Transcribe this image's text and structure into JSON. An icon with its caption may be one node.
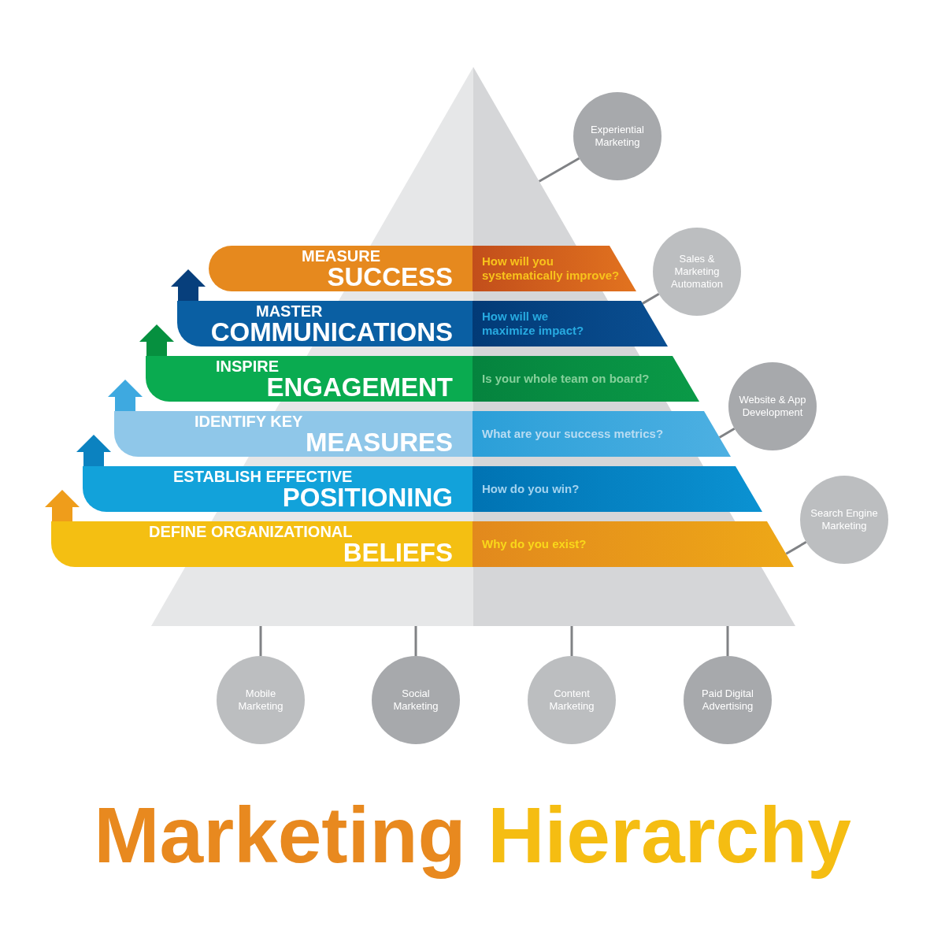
{
  "diagram": {
    "title": "Marketing Hierarchy",
    "nodes": [
      {
        "text": [],
        "shape": "triangle"
      },
      {
        "text": [
          "MEASURE",
          "SUCCESS",
          "How will you systematically improve?"
        ]
      },
      {
        "text": [
          "MASTER",
          "COMMUNICATIONS",
          "How will we maximize impact?"
        ]
      },
      {
        "text": [
          "INSPIRE",
          "ENGAGEMENT",
          "Is your whole team on board?"
        ]
      },
      {
        "text": [
          "IDENTIFY KEY",
          "MEASURES",
          "What are your success metrics?"
        ]
      },
      {
        "text": [
          "ESTABLISH EFFECTIVE",
          "POSITIONING",
          "How do you win?"
        ]
      },
      {
        "text": [
          "DEFINE ORGANIZATIONAL",
          "BELIEFS",
          "Why do you exist?"
        ]
      },
      {
        "text": [
          "Experiential Marketing"
        ]
      },
      {
        "text": [
          "Sales & Marketing Automation"
        ]
      },
      {
        "text": [
          "Website & App Development"
        ]
      },
      {
        "text": [
          "Search Engine Marketing"
        ]
      },
      {
        "text": [
          "Mobile Marketing"
        ]
      },
      {
        "text": [
          "Social Marketing"
        ]
      },
      {
        "text": [
          "Content Marketing"
        ]
      },
      {
        "text": [
          "Paid Digital Advertising"
        ]
      }
    ],
    "edges": [
      {
        "from": 7,
        "to": 0,
        "arrow": "none"
      },
      {
        "from": 8,
        "to": 2,
        "arrow": "none"
      },
      {
        "from": 9,
        "to": 4,
        "arrow": "none"
      },
      {
        "from": 10,
        "to": 6,
        "arrow": "none"
      },
      {
        "from": 11,
        "to": 0,
        "arrow": "none"
      },
      {
        "from": 12,
        "to": 0,
        "arrow": "none"
      },
      {
        "from": 13,
        "to": 0,
        "arrow": "none"
      },
      {
        "from": 14,
        "to": 0,
        "arrow": "none"
      },
      {
        "from": 6,
        "to": 5,
        "arrow": "to",
        "style": "thick",
        "color": "#ef9d1b"
      },
      {
        "from": 5,
        "to": 4,
        "arrow": "to",
        "style": "thick",
        "color": "#0b82c0"
      },
      {
        "from": 4,
        "to": 3,
        "arrow": "to",
        "style": "thick",
        "color": "#3ea9e0"
      },
      {
        "from": 3,
        "to": 2,
        "arrow": "to",
        "style": "thick",
        "color": "#06903f"
      },
      {
        "from": 2,
        "to": 1,
        "arrow": "to",
        "style": "thick",
        "color": "#073f7c"
      }
    ]
  }
}
